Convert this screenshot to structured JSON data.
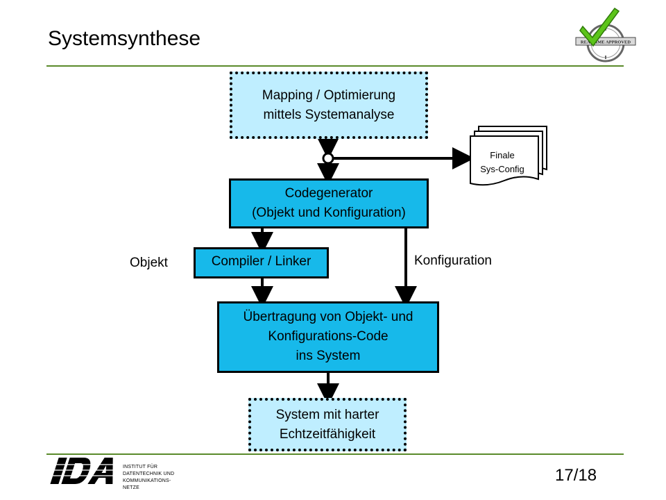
{
  "header": {
    "title": "Systemsynthese",
    "badge_text": "REALTIME APPROVED"
  },
  "diagram": {
    "nodes": {
      "mapping": {
        "line1": "Mapping / Optimierung",
        "line2": "mittels Systemanalyse"
      },
      "codegen": {
        "line1": "Codegenerator",
        "line2": "(Objekt und Konfiguration)"
      },
      "compiler": {
        "line1": "Compiler / Linker"
      },
      "transfer": {
        "line1": "Übertragung von Objekt- und",
        "line2": "Konfigurations-Code",
        "line3": "ins System"
      },
      "system": {
        "line1": "System mit harter",
        "line2": "Echtzeitfähigkeit"
      },
      "config_doc": {
        "line1": "Finale",
        "line2": "Sys-Config"
      }
    },
    "edge_labels": {
      "object": "Objekt",
      "configuration": "Konfiguration"
    }
  },
  "footer": {
    "logo_text": "IDA",
    "institute_lines": [
      "INSTITUT FÜR",
      "DATENTECHNIK UND",
      "KOMMUNIKATIONS-",
      "NETZE"
    ],
    "page_number": "17/18"
  },
  "colors": {
    "light_box": "#bfeeff",
    "dark_box": "#17b9ea",
    "rule": "#5a8a2a",
    "check": "#5cc41a"
  }
}
